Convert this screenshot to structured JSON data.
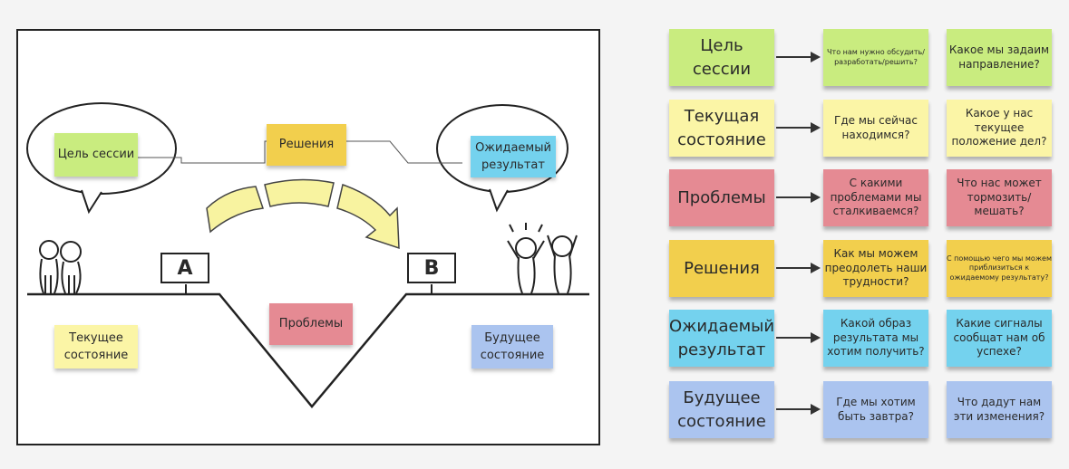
{
  "diagram": {
    "goal": "Цель сессии",
    "solutions": "Решения",
    "expected": "Ожидаемый результат",
    "current": "Текущее состояние",
    "problems": "Проблемы",
    "future": "Будущее состояние",
    "sign_a": "A",
    "sign_b": "B"
  },
  "rows": [
    {
      "label": "Цель сессии",
      "q1": "Что нам нужно обсудить/ разработать/решить?",
      "q2": "Какое мы задаим направление?",
      "color": "#c9ec7f"
    },
    {
      "label": "Текущая состояние",
      "q1": "Где мы сейчас находимся?",
      "q2": "Какое у нас текущее положение дел?",
      "color": "#fbf5a6"
    },
    {
      "label": "Проблемы",
      "q1": "С какими проблемами мы сталкиваемся?",
      "q2": "Что нас может тормозить/ мешать?",
      "color": "#e58a93"
    },
    {
      "label": "Решения",
      "q1": "Как мы можем преодолеть наши трудности?",
      "q2": "С помощью чего мы можем приблизиться к ожидаемому результату?",
      "color": "#f2cf4d"
    },
    {
      "label": "Ожидаемый результат",
      "q1": "Какой образ результата мы хотим получить?",
      "q2": "Какие сигналы сообщат нам об успехе?",
      "color": "#74d2ee"
    },
    {
      "label": "Будущее состояние",
      "q1": "Где мы хотим быть завтра?",
      "q2": "Что дадут нам эти изменения?",
      "color": "#abc4ef"
    }
  ]
}
